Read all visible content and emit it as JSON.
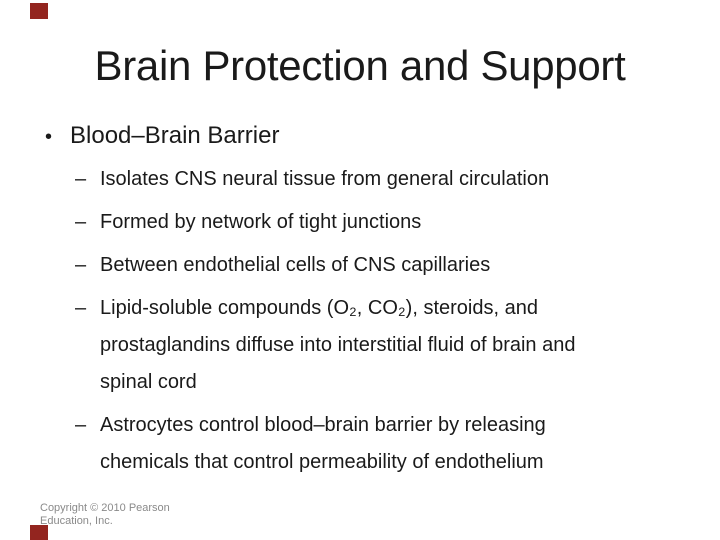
{
  "slide": {
    "title": "Brain Protection and Support",
    "bullet": {
      "marker": "•",
      "text": "Blood–Brain Barrier"
    },
    "sub_bullets": {
      "marker": "–",
      "items": [
        {
          "lines": [
            "Isolates CNS neural tissue from general circulation"
          ]
        },
        {
          "lines": [
            "Formed by network of tight junctions"
          ]
        },
        {
          "lines": [
            "Between endothelial cells of CNS capillaries"
          ]
        },
        {
          "lines": [
            "Lipid-soluble compounds (O₂, CO₂), steroids, and",
            "prostaglandins diffuse into interstitial fluid of brain and",
            "spinal cord"
          ]
        },
        {
          "lines": [
            "Astrocytes control blood–brain barrier by releasing",
            "chemicals that control permeability of endothelium"
          ]
        }
      ]
    },
    "footer": {
      "line1": "Copyright © 2010 Pearson",
      "line2": "Education, Inc."
    },
    "colors": {
      "accent": "#93251f",
      "text": "#1a1a1a",
      "footer_text": "#8a8a8a",
      "background": "#ffffff"
    }
  }
}
